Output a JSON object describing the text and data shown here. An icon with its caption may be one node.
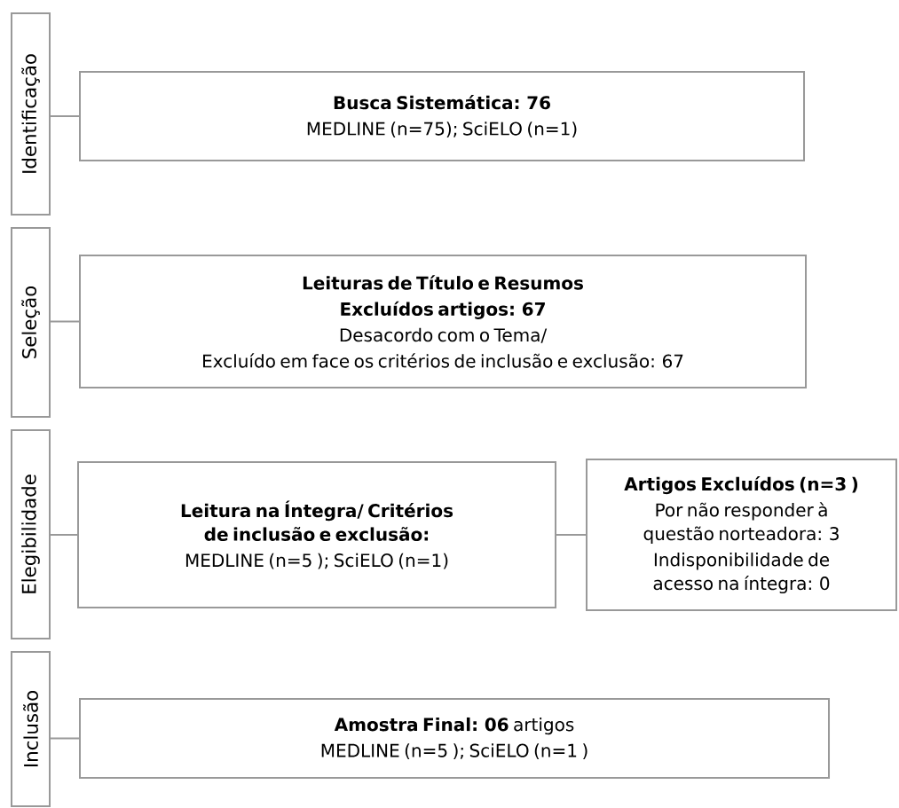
{
  "diagram": {
    "nodes": [
      {
        "text": [
          "Identificação"
        ]
      },
      {
        "text": [
          "Busca Sistemática: 76",
          "MEDLINE (n=75); SciELO (n=1)"
        ]
      },
      {
        "text": [
          "Seleção"
        ]
      },
      {
        "text": [
          "Leituras de Título e Resumos",
          "Excluídos artigos: 67",
          "Desacordo com o Tema/",
          "Excluído em face os critérios de inclusão e exclusão: 67"
        ]
      },
      {
        "text": [
          "Elegibilidade"
        ]
      },
      {
        "text": [
          "Leitura na Íntegra/ Critérios de inclusão e exclusão:",
          "MEDLINE (n=5 ); SciELO (n=1)"
        ]
      },
      {
        "text": [
          "Artigos Excluídos (n=3 )",
          "Por não responder à questão norteadora: 3",
          "Indisponibilidade de acesso na íntegra: 0"
        ]
      },
      {
        "text": [
          "Inclusão"
        ]
      },
      {
        "text": [
          "**Amostra Final: 06** artigos",
          "MEDLINE (n=5 ); SciELO (n=1 )"
        ]
      }
    ],
    "edges": [
      {
        "from": 0,
        "to": 1,
        "arrow": "none"
      },
      {
        "from": 2,
        "to": 3,
        "arrow": "none"
      },
      {
        "from": 4,
        "to": 5,
        "arrow": "none"
      },
      {
        "from": 5,
        "to": 6,
        "arrow": "none"
      },
      {
        "from": 7,
        "to": 8,
        "arrow": "none"
      }
    ]
  }
}
